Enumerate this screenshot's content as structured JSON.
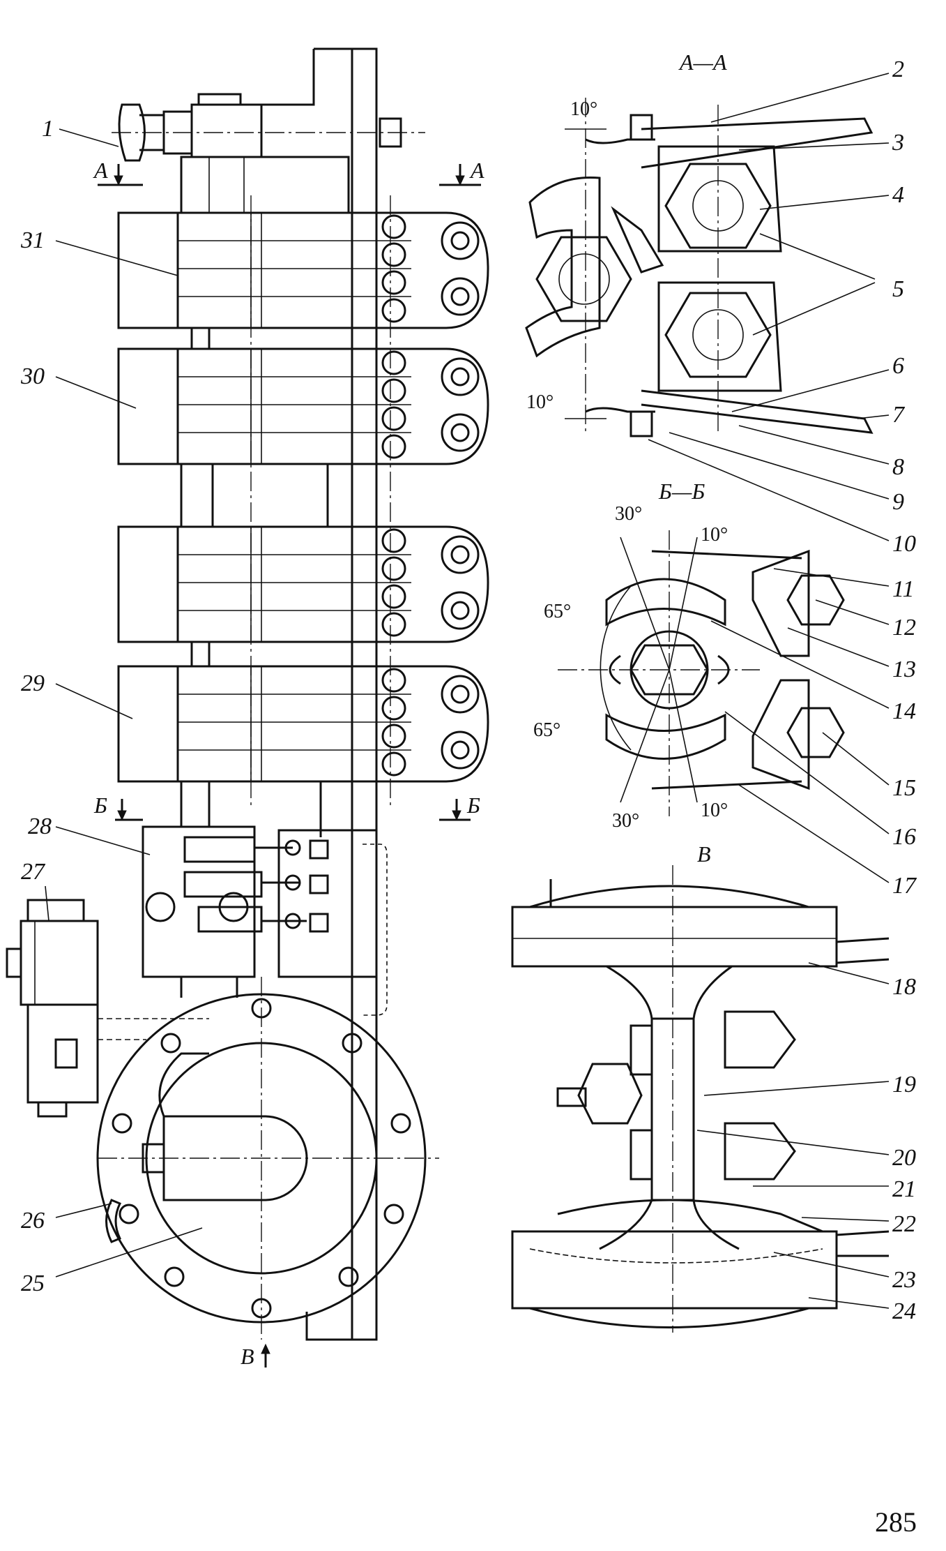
{
  "section_titles": {
    "aa": "А—А",
    "bb": "Б—Б",
    "v": "В"
  },
  "cut_markers": {
    "a_left": "А",
    "a_right": "А",
    "b_left": "Б",
    "b_right": "Б",
    "v_bottom": "В"
  },
  "angles": {
    "aa_top": "10°",
    "aa_bottom": "10°",
    "bb_top_30": "30°",
    "bb_top_10": "10°",
    "bb_65_upper": "65°",
    "bb_65_lower": "65°",
    "bb_bottom_30": "30°",
    "bb_bottom_10": "10°"
  },
  "part_labels": {
    "p1": "1",
    "p2": "2",
    "p3": "3",
    "p4": "4",
    "p5": "5",
    "p6": "6",
    "p7": "7",
    "p8": "8",
    "p9": "9",
    "p10": "10",
    "p11": "11",
    "p12": "12",
    "p13": "13",
    "p14": "14",
    "p15": "15",
    "p16": "16",
    "p17": "17",
    "p18": "18",
    "p19": "19",
    "p20": "20",
    "p21": "21",
    "p22": "22",
    "p23": "23",
    "p24": "24",
    "p25": "25",
    "p26": "26",
    "p27": "27",
    "p28": "28",
    "p29": "29",
    "p30": "30",
    "p31": "31"
  },
  "page_number": "285"
}
